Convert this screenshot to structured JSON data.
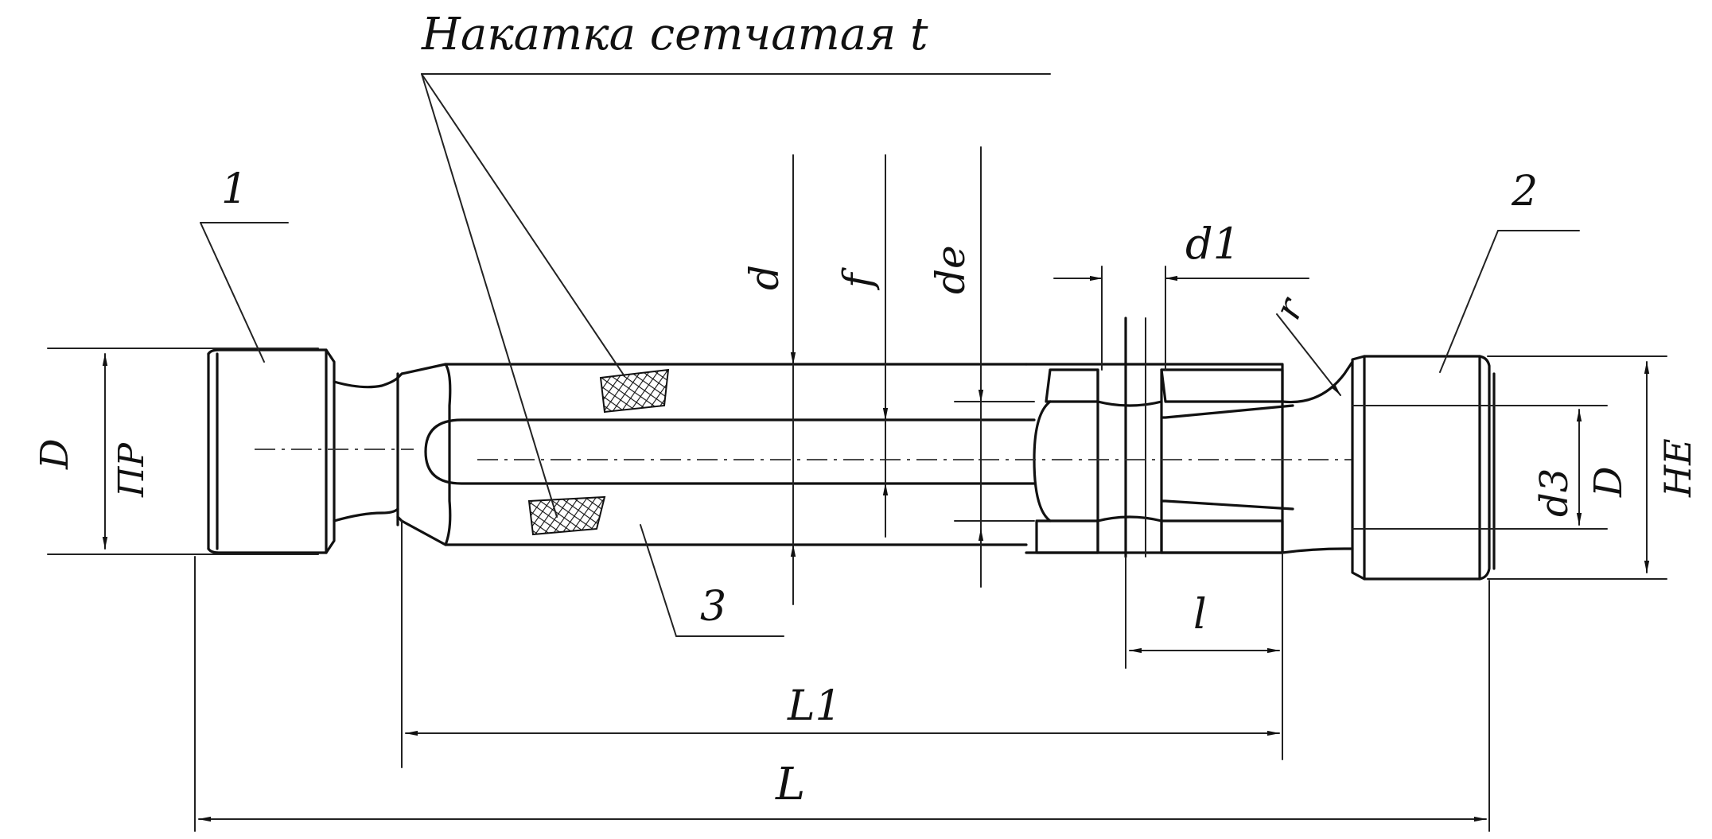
{
  "diagram": {
    "title_note": "Накатка сетчатая t",
    "part_numbers": {
      "p1": "1",
      "p2": "2",
      "p3": "3"
    },
    "dimensions": {
      "D_left": "D",
      "PR": "ПР",
      "d": "d",
      "f": "f",
      "de": "de",
      "d1": "d1",
      "r": "r",
      "d3": "d3",
      "D_right": "D",
      "NE": "НЕ",
      "l": "l",
      "L1": "L1",
      "L": "L"
    }
  }
}
